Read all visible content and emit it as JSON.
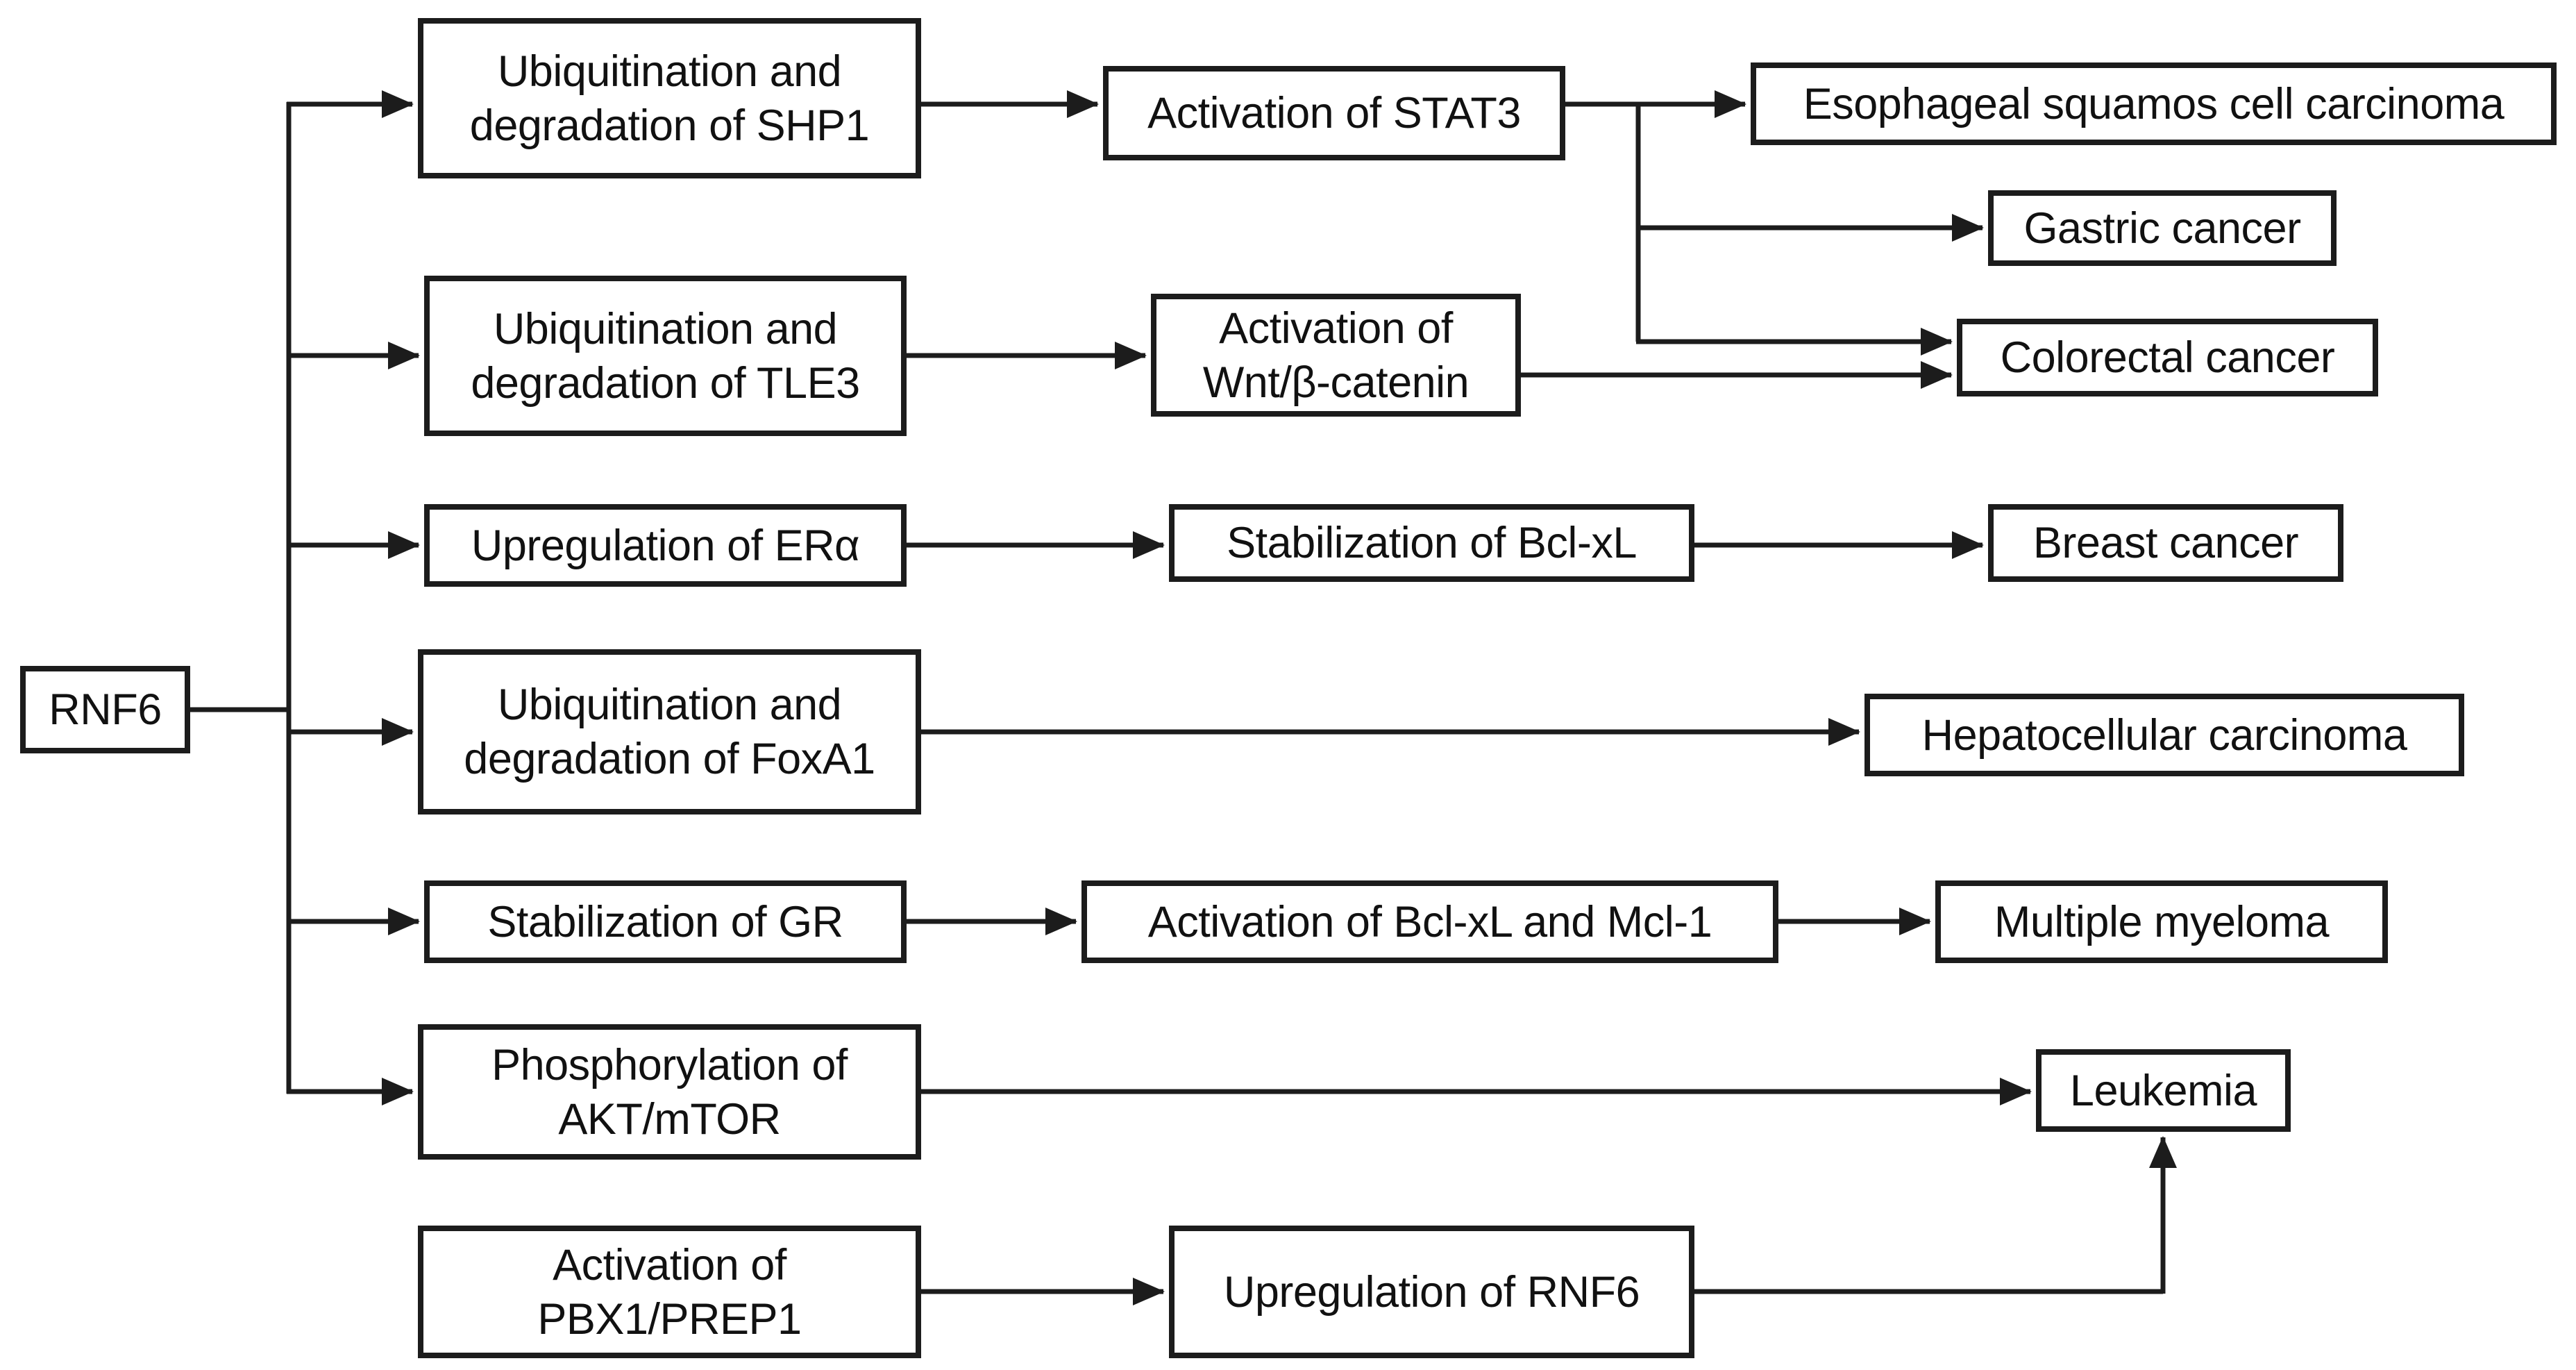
{
  "figure": {
    "background": "#ffffff",
    "line_color": "#1c1c1c",
    "box_border_color": "#1c1c1c",
    "text_color": "#111111",
    "nodes": {
      "rnf6": {
        "label": "RNF6"
      },
      "shp1": {
        "lines": [
          "Ubiquitination and",
          "degradation of SHP1"
        ]
      },
      "tle3": {
        "lines": [
          "Ubiquitination and",
          "degradation of TLE3"
        ]
      },
      "era": {
        "label": "Upregulation of ERα"
      },
      "foxa1": {
        "lines": [
          "Ubiquitination and",
          "degradation of FoxA1"
        ]
      },
      "gr": {
        "label": "Stabilization of GR"
      },
      "akt": {
        "lines": [
          "Phosphorylation of",
          "AKT/mTOR"
        ]
      },
      "pbx1": {
        "lines": [
          "Activation of",
          "PBX1/PREP1"
        ]
      },
      "stat3": {
        "label": "Activation of STAT3"
      },
      "wnt": {
        "lines": [
          "Activation of",
          "Wnt/β-catenin"
        ]
      },
      "bclxl": {
        "label": "Stabilization of Bcl-xL"
      },
      "bclxl_mcl1": {
        "label": "Activation of Bcl-xL and Mcl-1"
      },
      "rnf6_up": {
        "label": "Upregulation of RNF6"
      },
      "escc": {
        "label": "Esophageal squamos cell carcinoma"
      },
      "gastric": {
        "label": "Gastric cancer"
      },
      "colorectal": {
        "label": "Colorectal cancer"
      },
      "breast": {
        "label": "Breast cancer"
      },
      "hcc": {
        "label": "Hepatocellular carcinoma"
      },
      "mm": {
        "label": "Multiple myeloma"
      },
      "leukemia": {
        "label": "Leukemia"
      }
    },
    "edges": [
      {
        "from": "rnf6",
        "to": "shp1"
      },
      {
        "from": "rnf6",
        "to": "tle3"
      },
      {
        "from": "rnf6",
        "to": "era"
      },
      {
        "from": "rnf6",
        "to": "foxa1"
      },
      {
        "from": "rnf6",
        "to": "gr"
      },
      {
        "from": "rnf6",
        "to": "akt"
      },
      {
        "from": "shp1",
        "to": "stat3"
      },
      {
        "from": "stat3",
        "to": "escc"
      },
      {
        "from": "stat3",
        "to": "gastric"
      },
      {
        "from": "stat3",
        "to": "colorectal"
      },
      {
        "from": "tle3",
        "to": "wnt"
      },
      {
        "from": "wnt",
        "to": "colorectal"
      },
      {
        "from": "era",
        "to": "bclxl"
      },
      {
        "from": "bclxl",
        "to": "breast"
      },
      {
        "from": "foxa1",
        "to": "hcc"
      },
      {
        "from": "gr",
        "to": "bclxl_mcl1"
      },
      {
        "from": "bclxl_mcl1",
        "to": "mm"
      },
      {
        "from": "akt",
        "to": "leukemia"
      },
      {
        "from": "pbx1",
        "to": "rnf6_up"
      },
      {
        "from": "rnf6_up",
        "to": "leukemia"
      }
    ]
  }
}
